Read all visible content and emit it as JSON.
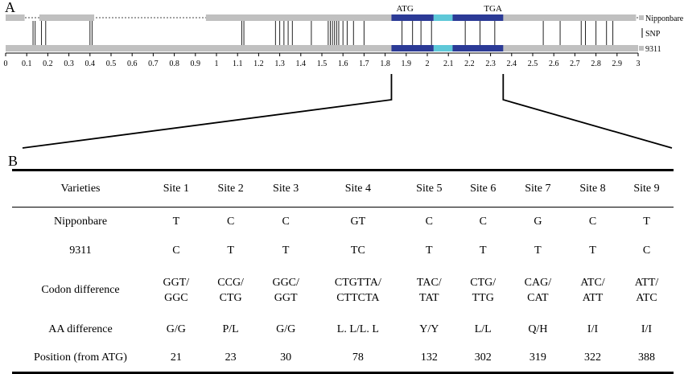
{
  "panel_a": {
    "label": "A",
    "markers": {
      "start": "ATG",
      "stop": "TGA"
    },
    "tracks": [
      {
        "name": "Nipponbare"
      },
      {
        "name": "SNP"
      },
      {
        "name": "9311"
      }
    ],
    "axis": {
      "min": 0,
      "max": 3,
      "step": 0.1,
      "ticks": [
        "0",
        "0.1",
        "0.2",
        "0.3",
        "0.4",
        "0.5",
        "0.6",
        "0.7",
        "0.8",
        "0.9",
        "1",
        "1.1",
        "1.2",
        "1.3",
        "1.4",
        "1.5",
        "1.6",
        "1.7",
        "1.8",
        "1.9",
        "2",
        "2.1",
        "2.2",
        "2.3",
        "2.4",
        "2.5",
        "2.6",
        "2.7",
        "2.8",
        "2.9",
        "3"
      ]
    },
    "nipponbare_blocks": [
      [
        0,
        0.09
      ],
      [
        0.16,
        0.42
      ],
      [
        0.95,
        1.83
      ],
      [
        1.83,
        1.85
      ],
      [
        2.35,
        2.99
      ]
    ],
    "cds": {
      "exon1": [
        1.83,
        2.03
      ],
      "intron": [
        2.03,
        2.12
      ],
      "exon2": [
        2.12,
        2.36
      ]
    },
    "zoom_range": [
      1.83,
      2.36
    ],
    "colors": {
      "exon": "#2b3a96",
      "intron": "#5ec8d8",
      "track": "#c0c0c0"
    }
  },
  "panel_b": {
    "label": "B",
    "columns": [
      "Varieties",
      "Site 1",
      "Site 2",
      "Site 3",
      "Site 4",
      "Site 5",
      "Site 6",
      "Site 7",
      "Site 8",
      "Site 9"
    ],
    "rows": [
      {
        "label": "Nipponbare",
        "cells": [
          "T",
          "C",
          "C",
          "GT",
          "C",
          "C",
          "G",
          "C",
          "T"
        ]
      },
      {
        "label": "9311",
        "cells": [
          "C",
          "T",
          "T",
          "TC",
          "T",
          "T",
          "T",
          "T",
          "C"
        ]
      },
      {
        "label": "Codon difference",
        "two_line": true,
        "cells": [
          [
            "GGT/",
            "GGC"
          ],
          [
            "CCG/",
            "CTG"
          ],
          [
            "GGC/",
            "GGT"
          ],
          [
            "CTGTTA/",
            "CTTCTA"
          ],
          [
            "TAC/",
            "TAT"
          ],
          [
            "CTG/",
            "TTG"
          ],
          [
            "CAG/",
            "CAT"
          ],
          [
            "ATC/",
            "ATT"
          ],
          [
            "ATT/",
            "ATC"
          ]
        ]
      },
      {
        "label": "AA difference",
        "cells": [
          "G/G",
          "P/L",
          "G/G",
          "L. L/L. L",
          "Y/Y",
          "L/L",
          "Q/H",
          "I/I",
          "I/I"
        ]
      },
      {
        "label": "Position (from ATG)",
        "cells": [
          "21",
          "23",
          "30",
          "78",
          "132",
          "302",
          "319",
          "322",
          "388"
        ]
      }
    ]
  }
}
